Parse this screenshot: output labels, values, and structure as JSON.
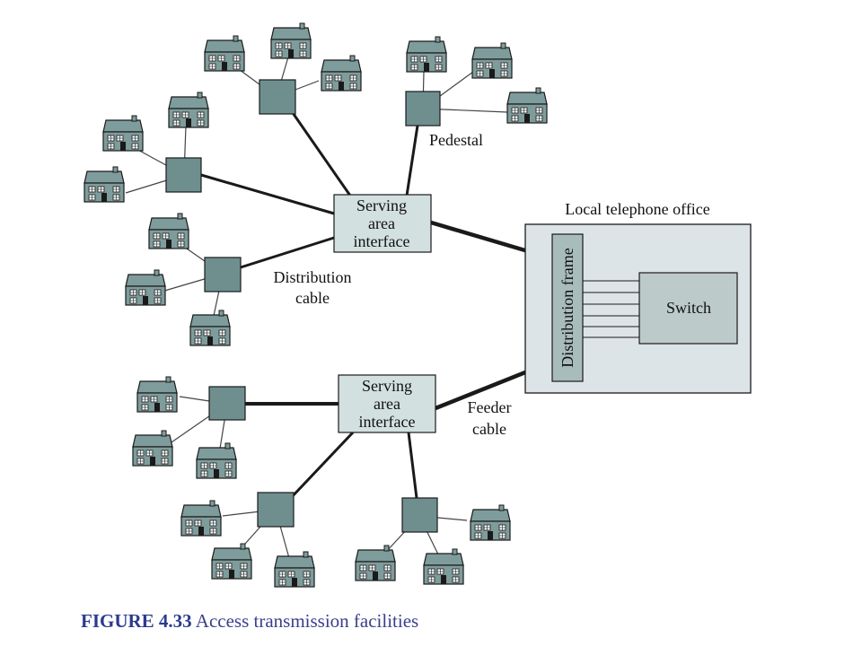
{
  "diagram": {
    "sai_top": [
      "Serving",
      "area",
      "interface"
    ],
    "sai_bottom": [
      "Serving",
      "area",
      "interface"
    ],
    "pedestal": "Pedestal",
    "distribution_cable": [
      "Distribution",
      "cable"
    ],
    "feeder_cable": [
      "Feeder",
      "cable"
    ],
    "office_title": "Local telephone office",
    "distribution_frame": "Distribution frame",
    "switch": "Switch"
  },
  "caption": {
    "label": "FIGURE 4.33",
    "text": "Access transmission facilities"
  },
  "colors": {
    "house_fill": "#7f9c9c",
    "pedestal_fill": "#6f8f8f",
    "sai_fill": "#d3e0e0",
    "office_fill": "#dde4e8",
    "switch_fill": "#bccaca",
    "frame_fill": "#a9bcbc"
  }
}
